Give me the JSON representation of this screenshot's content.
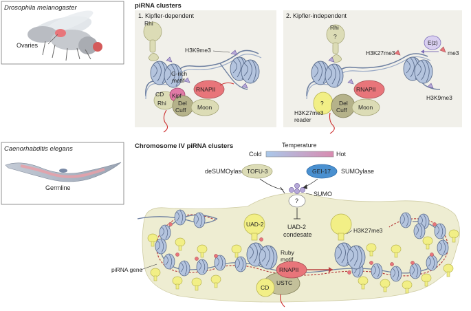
{
  "species": {
    "fly": "Drosophila melanogaster",
    "worm": "Caenorhabditis elegans"
  },
  "top": {
    "title": "piRNA clusters",
    "ovaries": "Ovaries",
    "panel1": {
      "title": "1. Kipfler-dependent",
      "rhi": "Rhi",
      "h3k9": "H3K9me3",
      "motif1": "G-rich",
      "motif2": "motif",
      "kipf": "Kipf",
      "cd": "CD",
      "rhi2": "Rhi",
      "del": "Del",
      "cuff": "Cuff",
      "rnapii": "RNAPII",
      "moon": "Moon"
    },
    "panel2": {
      "title": "2. Kipfler-independent",
      "rhi": "Rhi",
      "q1": "?",
      "ez": "E(z)",
      "h3k27": "H3K27me3",
      "me3": "me3",
      "q2": "?",
      "del": "Del",
      "cuff": "Cuff",
      "rnapii": "RNAPII",
      "moon": "Moon",
      "h3k9": "H3K9me3",
      "reader1": "H3K27me3",
      "reader2": "reader"
    }
  },
  "bottom": {
    "title": "Chromosome IV piRNA clusters",
    "germline": "Germline",
    "temp": {
      "label": "Temperature",
      "cold": "Cold",
      "hot": "Hot"
    },
    "desumo_label": "deSUMOylase",
    "tofu": "TOFU-3",
    "gei": "GEI-17",
    "sumo_label": "SUMOylase",
    "sumo": "SUMO",
    "q": "?",
    "uad2": "UAD-2",
    "condensate1": "UAD-2",
    "condensate2": "condesate",
    "h3k27": "H3K27me3",
    "ruby1": "Ruby",
    "ruby2": "motif",
    "rnapii": "RNAPII",
    "pirna_gene": "piRNA gene",
    "cd": "CD",
    "ustc": "USTC"
  },
  "colors": {
    "protein_sage": "#dcdcb6",
    "rnapii": "#e8757a",
    "nucleosome": "#aebfdc",
    "yellow": "#f2ef86",
    "gei": "#4a90d0",
    "kipf": "#e07aa6",
    "lavender": "#b6a8d8"
  }
}
